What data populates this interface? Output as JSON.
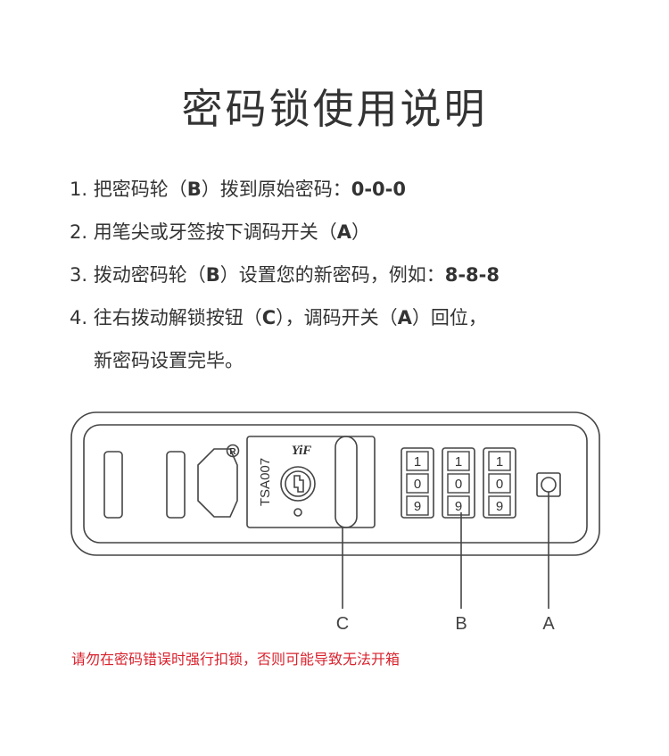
{
  "title": "密码锁使用说明",
  "steps": [
    {
      "num": "1.",
      "parts": [
        {
          "t": "把密码轮（",
          "b": false
        },
        {
          "t": "B",
          "b": true
        },
        {
          "t": "）拨到原始密码：",
          "b": false
        },
        {
          "t": "0-0-0",
          "b": true
        }
      ]
    },
    {
      "num": "2.",
      "parts": [
        {
          "t": "用笔尖或牙签按下调码开关（",
          "b": false
        },
        {
          "t": "A",
          "b": true
        },
        {
          "t": "）",
          "b": false
        }
      ]
    },
    {
      "num": "3.",
      "parts": [
        {
          "t": "拨动密码轮（",
          "b": false
        },
        {
          "t": "B",
          "b": true
        },
        {
          "t": "）设置您的新密码，例如：",
          "b": false
        },
        {
          "t": "8-8-8",
          "b": true
        }
      ]
    },
    {
      "num": "4.",
      "parts": [
        {
          "t": "往右拨动解锁按钮（",
          "b": false
        },
        {
          "t": "C",
          "b": true
        },
        {
          "t": "），调码开关（",
          "b": false
        },
        {
          "t": "A",
          "b": true
        },
        {
          "t": "）回位，",
          "b": false
        }
      ]
    },
    {
      "num": "",
      "parts": [
        {
          "t": "新密码设置完毕。",
          "b": false
        }
      ]
    }
  ],
  "lock": {
    "brand": "YiF",
    "model": "TSA007",
    "registered_mark": "R",
    "wheels": [
      {
        "digits": [
          "1",
          "0",
          "9"
        ]
      },
      {
        "digits": [
          "1",
          "0",
          "9"
        ]
      },
      {
        "digits": [
          "1",
          "0",
          "9"
        ]
      }
    ],
    "labels": {
      "c": "C",
      "b": "B",
      "a": "A"
    }
  },
  "warning": "请勿在密码错误时强行扣锁，否则可能导致无法开箱",
  "colors": {
    "text": "#333333",
    "line": "#444444",
    "warning": "#d9232e"
  }
}
